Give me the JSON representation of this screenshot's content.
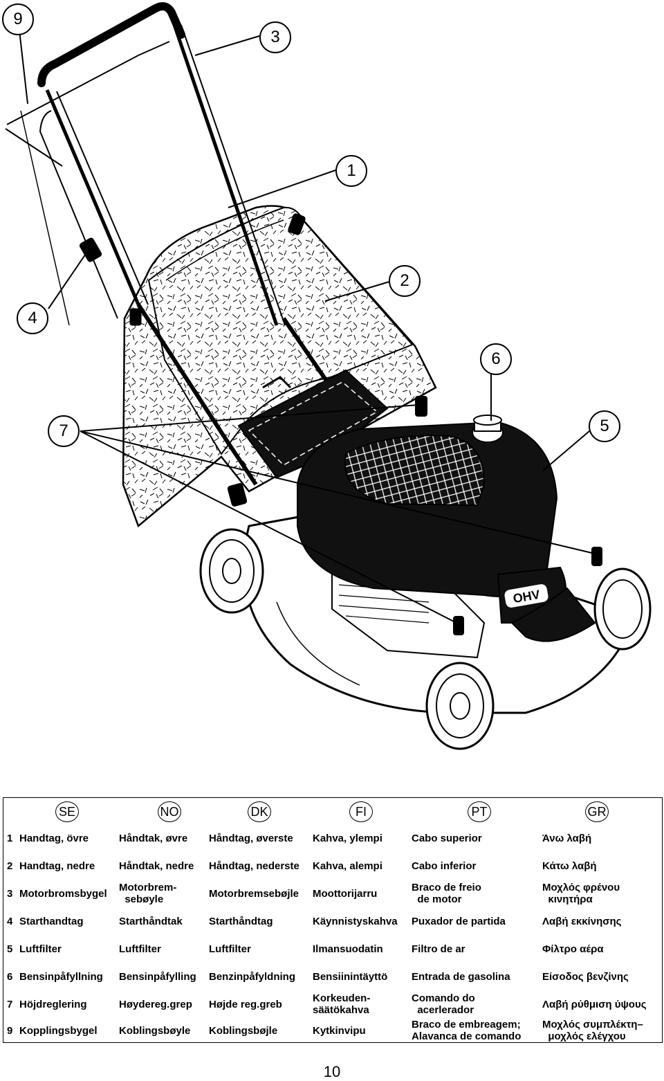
{
  "callouts": [
    "9",
    "3",
    "1",
    "2",
    "4",
    "6",
    "7",
    "5"
  ],
  "engine_badge": "OHV",
  "languages": [
    "SE",
    "NO",
    "DK",
    "FI",
    "PT",
    "GR"
  ],
  "rows": [
    {
      "num": "1",
      "cells": [
        "Handtag, övre",
        "Håndtak, øvre",
        "Håndtag, øverste",
        "Kahva, ylempi",
        "Cabo superior",
        "Άνω λαβή"
      ]
    },
    {
      "num": "2",
      "cells": [
        "Handtag, nedre",
        "Håndtak, nedre",
        "Håndtag, nederste",
        "Kahva, alempi",
        "Cabo inferior",
        "Κάτω λαβή"
      ]
    },
    {
      "num": "3",
      "cells": [
        "Motorbromsbygel",
        "Motorbrem-\n  sebøyle",
        "Motorbremsebøjle",
        "Moottorijarru",
        "Braco de freio\n  de motor",
        "Μοχλός φρένου\n  κινητήρα"
      ]
    },
    {
      "num": "4",
      "cells": [
        "Starthandtag",
        "Starthåndtak",
        "Starthåndtag",
        "Käynnistyskahva",
        "Puxador de partida",
        "Λαβή εκκίνησης"
      ]
    },
    {
      "num": "5",
      "cells": [
        "Luftfilter",
        "Luftfilter",
        "Luftfilter",
        "Ilmansuodatin",
        "Filtro de ar",
        "Φίλτρο αέρα"
      ]
    },
    {
      "num": "6",
      "cells": [
        "Bensinpåfyllning",
        "Bensinpåfylling",
        "Benzinpåfyldning",
        "Bensiinintäyttö",
        "Entrada de gasolina",
        "Είσοδος βενζίνης"
      ]
    },
    {
      "num": "7",
      "cells": [
        "Höjdreglering",
        "Høydereg.grep",
        "Højde reg.greb",
        "Korkeuden-\nsäätökahva",
        "Comando do\n  acerlerador",
        "Λαβή ρύθμιση ύψους"
      ]
    },
    {
      "num": "9",
      "cells": [
        "Kopplingsbygel",
        "Koblingsbøyle",
        "Koblingsbøjle",
        "Kytkinvipu",
        "Braco de embreagem;\nAlavanca de comando",
        "Μοχλός συμπλέκτη–\n  μοχλός ελέγχου"
      ]
    }
  ],
  "page_number": "10"
}
